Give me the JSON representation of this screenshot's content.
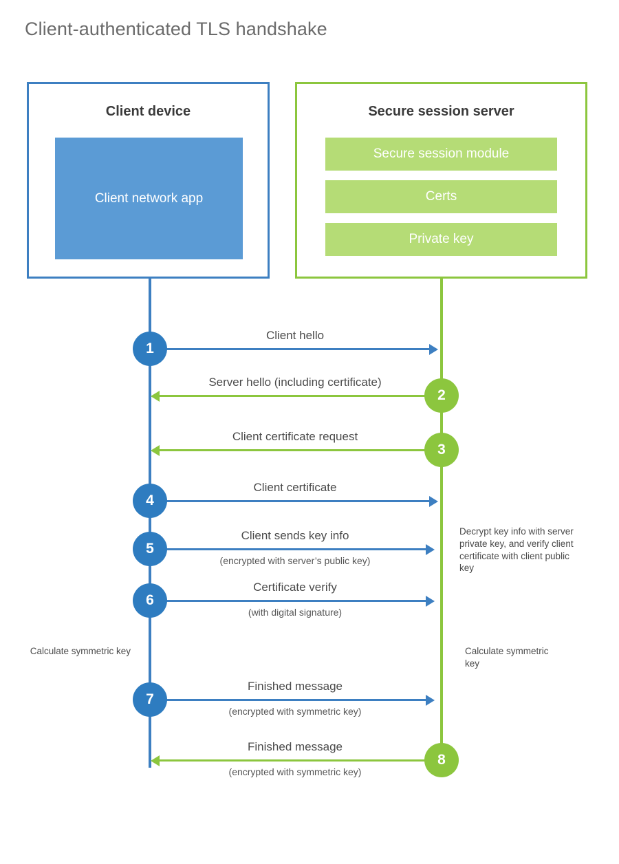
{
  "title": "Client-authenticated TLS handshake",
  "parties": {
    "client": {
      "name": "Client device",
      "app_label": "Client network app",
      "accent_color": "#3d7fc1",
      "fill_color": "#5b9bd5"
    },
    "server": {
      "name": "Secure session server",
      "accent_color": "#8cc63e",
      "fill_color": "#b5dc76",
      "components": [
        {
          "label": "Secure session module"
        },
        {
          "label": "Certs"
        },
        {
          "label": "Private key"
        }
      ]
    }
  },
  "steps": [
    {
      "number": "1",
      "label": "Client hello",
      "sublabel": "",
      "direction": "client-to-server",
      "color": "#2e7cc0"
    },
    {
      "number": "2",
      "label": "Server hello (including certificate)",
      "sublabel": "",
      "direction": "server-to-client",
      "color": "#8cc63e"
    },
    {
      "number": "3",
      "label": "Client certificate request",
      "sublabel": "",
      "direction": "server-to-client",
      "color": "#8cc63e"
    },
    {
      "number": "4",
      "label": "Client certificate",
      "sublabel": "",
      "direction": "client-to-server",
      "color": "#2e7cc0"
    },
    {
      "number": "5",
      "label": "Client sends key info",
      "sublabel": "(encrypted with server’s public key)",
      "direction": "client-to-server",
      "color": "#2e7cc0"
    },
    {
      "number": "6",
      "label": "Certificate verify",
      "sublabel": "(with digital signature)",
      "direction": "client-to-server",
      "color": "#2e7cc0"
    },
    {
      "number": "7",
      "label": "Finished message",
      "sublabel": "(encrypted with symmetric key)",
      "direction": "client-to-server",
      "color": "#2e7cc0"
    },
    {
      "number": "8",
      "label": "Finished message",
      "sublabel": "(encrypted with symmetric key)",
      "direction": "server-to-client",
      "color": "#8cc63e"
    }
  ],
  "notes": {
    "server_decrypt": "Decrypt key info with server private key, and verify client certificate with client public key",
    "client_symmetric": "Calculate symmetric key",
    "server_symmetric": "Calculate symmetric key"
  }
}
